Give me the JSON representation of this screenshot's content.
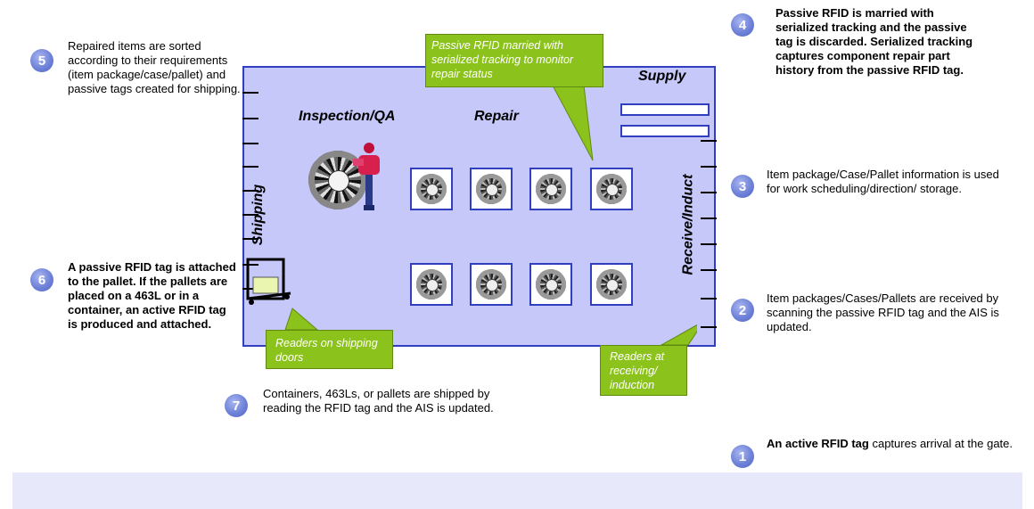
{
  "zones": {
    "supply": "Supply",
    "inspection_qa": "Inspection/QA",
    "repair": "Repair",
    "shipping": "Shipping",
    "receive_induct": "Receive/Induct"
  },
  "callouts": {
    "top": "Passive RFID married with serialized tracking  to monitor repair status",
    "shipping_doors": "Readers on shipping doors",
    "receiving": "Readers at receiving/ induction"
  },
  "steps": {
    "s1": {
      "number": "1",
      "bold": "An active RFID tag",
      "text": " captures arrival at the gate."
    },
    "s2": {
      "number": "2",
      "text": "Item packages/Cases/Pallets are received by scanning the passive RFID tag and the AIS is updated."
    },
    "s3": {
      "number": "3",
      "text": "Item package/Case/Pallet information is used for work scheduling/direction/ storage."
    },
    "s4": {
      "number": "4",
      "text": "Passive RFID is married with serialized tracking and the passive tag is discarded. Serialized tracking captures component repair part history from the passive RFID tag."
    },
    "s5": {
      "number": "5",
      "text": "Repaired items are sorted according to their requirements (item package/case/pallet) and passive tags created for shipping."
    },
    "s6": {
      "number": "6",
      "text": "A passive RFID tag  is attached to the pallet. If the pallets are placed on a 463L or in a container, an active RFID tag is produced and attached."
    },
    "s7": {
      "number": "7",
      "text": "Containers, 463Ls, or pallets are shipped by reading the RFID tag and the AIS is updated."
    }
  },
  "icons": {
    "gear": "gear-icon",
    "worker": "worker-icon",
    "pallet": "pallet-icon"
  },
  "colors": {
    "floor": "#c5c8f8",
    "floor_border": "#2f3fbf",
    "callout": "#8cc21c",
    "step_badge": "#6f82d8"
  }
}
